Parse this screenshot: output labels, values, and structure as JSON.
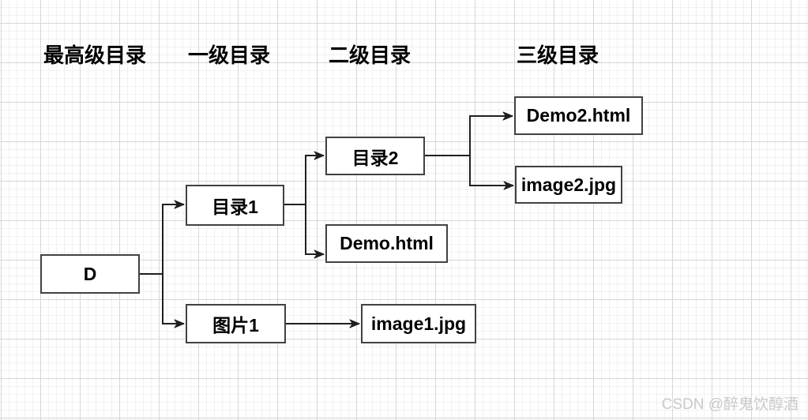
{
  "diagram": {
    "column_headers": [
      {
        "label": "最高级目录"
      },
      {
        "label": "一级目录"
      },
      {
        "label": "二级目录"
      },
      {
        "label": "三级目录"
      }
    ],
    "nodes": [
      {
        "id": "d",
        "label": "D"
      },
      {
        "id": "dir1",
        "label": "目录1"
      },
      {
        "id": "pic1",
        "label": "图片1"
      },
      {
        "id": "dir2",
        "label": "目录2"
      },
      {
        "id": "demo-html",
        "label": "Demo.html"
      },
      {
        "id": "demo2-html",
        "label": "Demo2.html"
      },
      {
        "id": "image2-jpg",
        "label": "image2.jpg"
      },
      {
        "id": "image1-jpg",
        "label": "image1.jpg"
      }
    ],
    "edges": [
      {
        "from": "D",
        "to": "目录1"
      },
      {
        "from": "D",
        "to": "图片1"
      },
      {
        "from": "目录1",
        "to": "目录2"
      },
      {
        "from": "目录1",
        "to": "Demo.html"
      },
      {
        "from": "目录2",
        "to": "Demo2.html"
      },
      {
        "from": "目录2",
        "to": "image2.jpg"
      },
      {
        "from": "图片1",
        "to": "image1.jpg"
      }
    ]
  },
  "watermark": {
    "text": "CSDN @醉鬼饮醇酒"
  },
  "colors": {
    "connector": "#1f1f1f",
    "box_border": "#414141",
    "grid_minor": "#f1f1f1",
    "grid_major": "#d7d7d7",
    "watermark": "#c9c9c9"
  }
}
